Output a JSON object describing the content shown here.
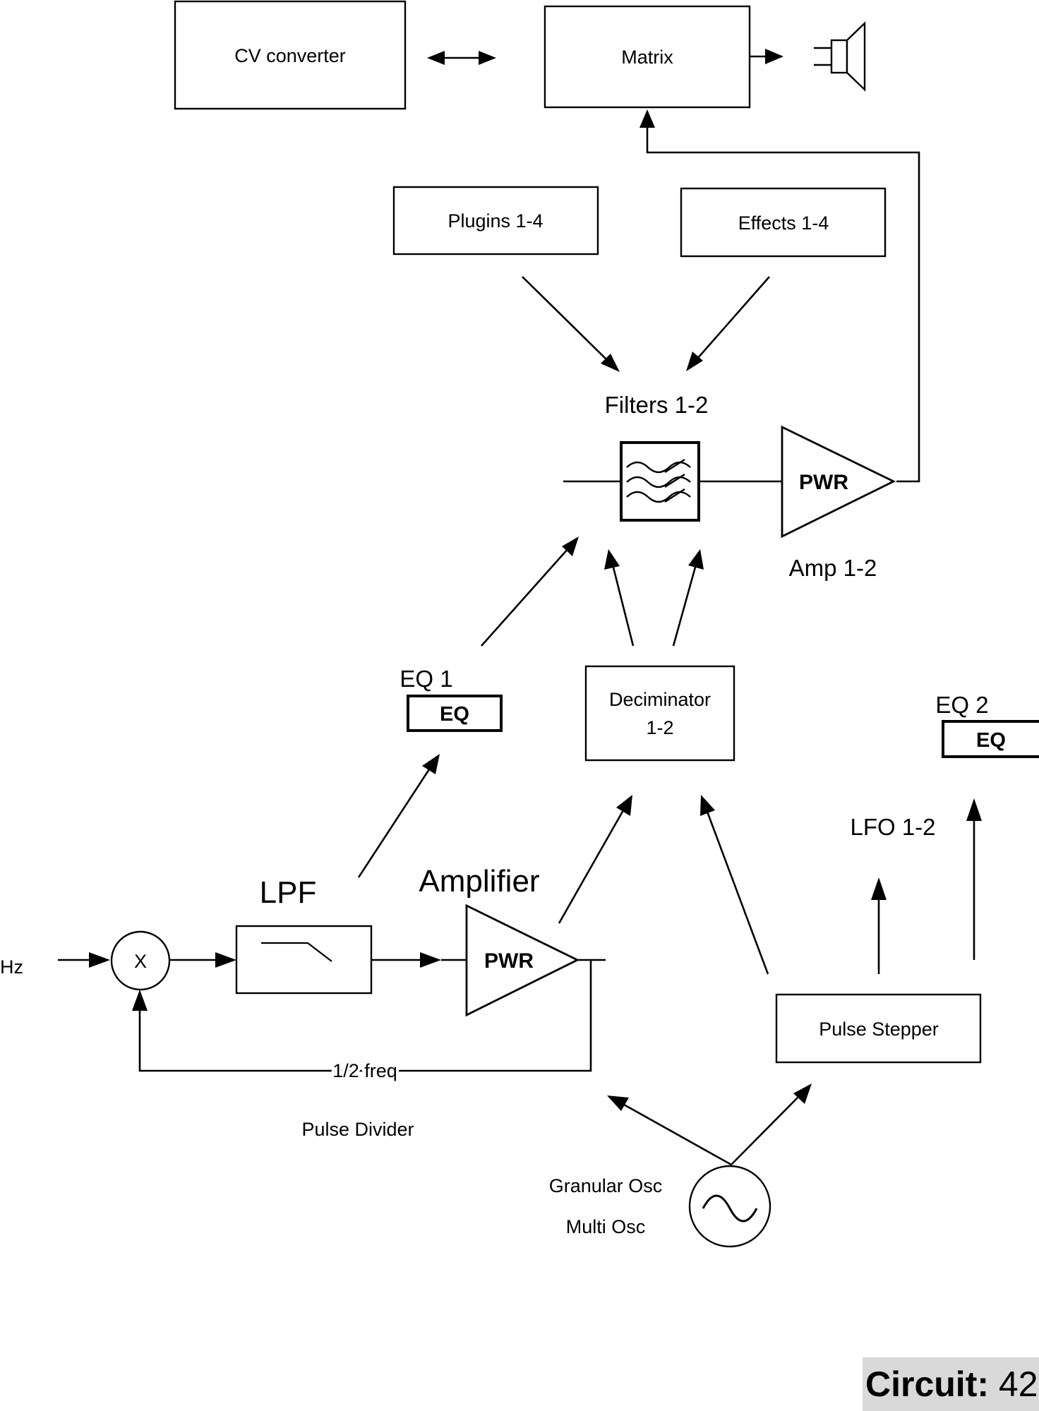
{
  "blocks": {
    "cv_converter": "CV converter",
    "matrix": "Matrix",
    "plugins": "Plugins 1-4",
    "effects": "Effects 1-4",
    "filters": "Filters 1-2",
    "filter_amp_symbol": "PWR",
    "amp": "Amp 1-2",
    "eq1_caption": "EQ 1",
    "eq1_symbol": "EQ",
    "decimator_line1": "Deciminator",
    "decimator_line2": "1-2",
    "eq2_caption": "EQ 2",
    "eq2_symbol": "EQ",
    "lfo": "LFO 1-2",
    "lpf": "LPF",
    "amplifier": "Amplifier",
    "amplifier_symbol": "PWR",
    "input": "Hz",
    "mixer_symbol": "X",
    "half_freq": "1/2 freq",
    "pulse_divider": "Pulse Divider",
    "pulse_stepper": "Pulse Stepper",
    "granular_osc": "Granular Osc",
    "multi_osc": "Multi Osc"
  },
  "footer": {
    "label": "Circuit:",
    "number": "42"
  }
}
